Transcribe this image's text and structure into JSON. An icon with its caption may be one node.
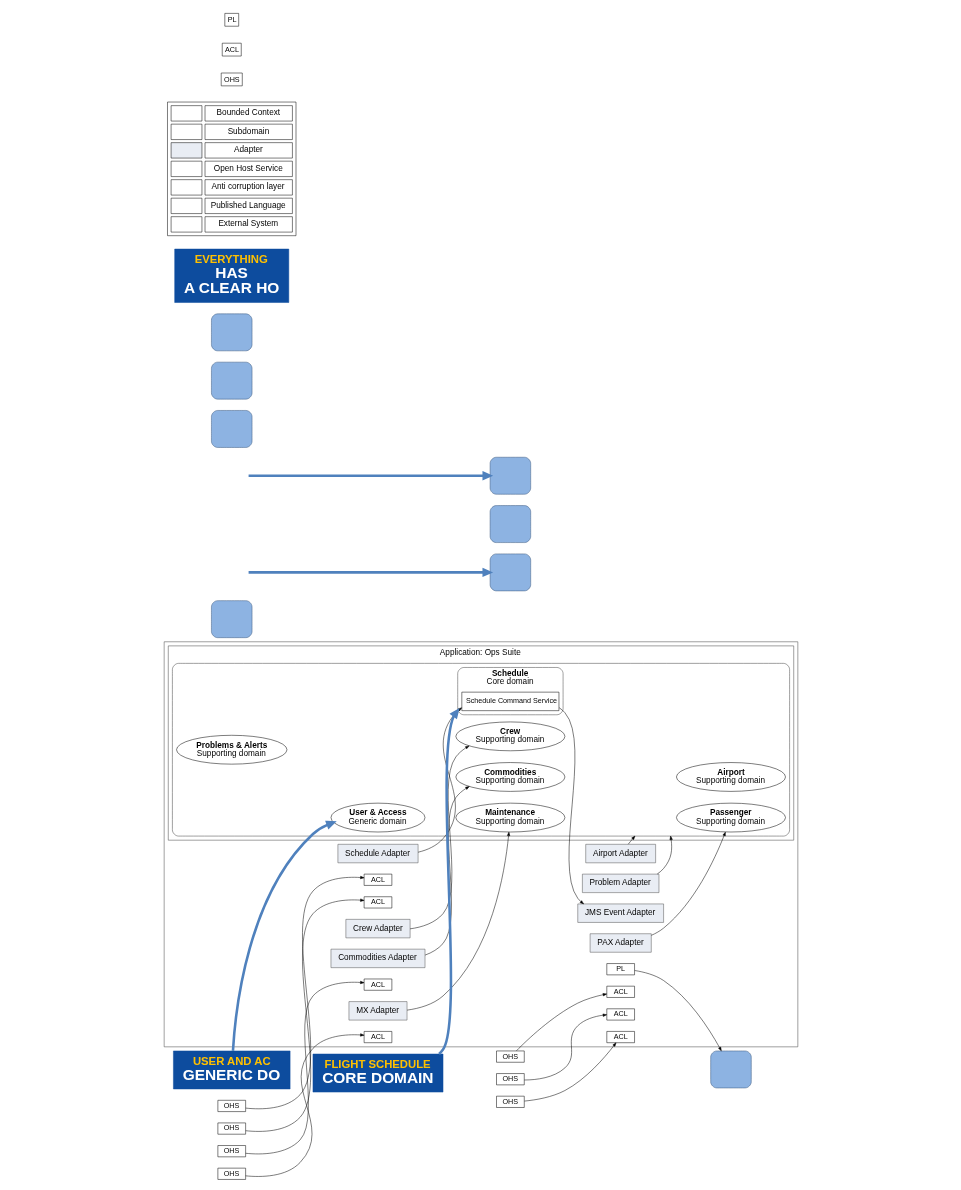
{
  "diagram": {
    "nodes": [
      {
        "text": [],
        "shape": "hexagon"
      },
      {
        "text": [
          "Application: Ops Suite"
        ],
        "in": 0
      },
      {
        "text": [],
        "shape": "cloud",
        "in": 1
      },
      {
        "text": [
          "Airport",
          "Supporting domain"
        ],
        "in": 2
      },
      {
        "text": [
          "Schedule",
          "Core domain"
        ],
        "in": 2
      },
      {
        "text": [
          "Schedule Command Service"
        ],
        "in": 4
      },
      {
        "text": [
          "User & Access",
          "Generic domain"
        ],
        "in": 2
      },
      {
        "text": [
          "Problems & Alerts",
          "Supporting domain"
        ],
        "in": 2
      },
      {
        "text": [
          "Passenger",
          "Supporting domain"
        ],
        "in": 2
      },
      {
        "text": [
          "Crew",
          "Supporting domain"
        ],
        "in": 2
      },
      {
        "text": [
          "Commodities",
          "Supporting domain"
        ],
        "in": 2
      },
      {
        "text": [
          "Maintenance",
          "Supporting domain"
        ],
        "in": 2
      },
      {
        "text": [
          "Schedule Adapter"
        ],
        "in": 0
      },
      {
        "text": [
          "ACL"
        ],
        "in": 0
      },
      {
        "text": [
          "Airport Adapter"
        ],
        "in": 0
      },
      {
        "text": [
          "ACL"
        ],
        "in": 0
      },
      {
        "text": [
          "Problem Adapter"
        ],
        "in": 0
      },
      {
        "text": [
          "ACL"
        ],
        "in": 0
      },
      {
        "text": [
          "JMS Event Adapter"
        ],
        "in": 0
      },
      {
        "text": [
          "PL"
        ],
        "in": 0
      },
      {
        "text": [
          "PAX Adapter"
        ],
        "in": 0
      },
      {
        "text": [
          "ACL"
        ],
        "in": 0
      },
      {
        "text": [
          "Crew Adapter"
        ],
        "in": 0
      },
      {
        "text": [
          "ACL"
        ],
        "in": 0
      },
      {
        "text": [
          "Commodities Adapter"
        ],
        "in": 0
      },
      {
        "text": [
          "ACL"
        ],
        "in": 0
      },
      {
        "text": [
          "MX Adapter"
        ],
        "in": 0
      },
      {
        "text": [
          "ACL"
        ],
        "in": 0
      },
      {
        "text": [],
        "shape": "box"
      },
      {
        "text": [
          "OHS"
        ]
      },
      {
        "text": [],
        "shape": "box"
      },
      {
        "text": [
          "OHS"
        ]
      },
      {
        "text": [],
        "shape": "box"
      },
      {
        "text": [
          "OHS"
        ]
      },
      {
        "text": [],
        "shape": "box"
      },
      {
        "text": [],
        "shape": "box"
      },
      {
        "text": [
          "OHS"
        ]
      },
      {
        "text": [],
        "shape": "box"
      },
      {
        "text": [
          "OHS"
        ]
      },
      {
        "text": [],
        "shape": "box"
      },
      {
        "text": [
          "OHS"
        ]
      },
      {
        "text": [],
        "shape": "box"
      },
      {
        "text": [
          "OHS"
        ]
      },
      {
        "text": [
          "FLIGHT SCHEDULE",
          "CORE DOMAIN"
        ]
      },
      {
        "text": [
          "USER AND AC",
          "GENERIC DO"
        ]
      },
      {
        "text": [
          "EVERYTHING",
          "HAS",
          "A CLEAR HO"
        ]
      }
    ],
    "edges": [
      {
        "from": 29,
        "to": 13,
        "arrow": "to"
      },
      {
        "from": 12,
        "to": 5,
        "arrow": "to"
      },
      {
        "from": 5,
        "to": 18,
        "arrow": "to"
      },
      {
        "from": 19,
        "to": 34,
        "arrow": "to"
      },
      {
        "from": 31,
        "to": 15,
        "arrow": "to"
      },
      {
        "from": 14,
        "to": 2,
        "arrow": "to"
      },
      {
        "from": 33,
        "to": 17,
        "arrow": "to"
      },
      {
        "from": 16,
        "to": 2,
        "arrow": "to"
      },
      {
        "from": 36,
        "to": 21,
        "arrow": "to"
      },
      {
        "from": 20,
        "to": 8,
        "arrow": "to"
      },
      {
        "from": 38,
        "to": 23,
        "arrow": "to"
      },
      {
        "from": 22,
        "to": 9,
        "arrow": "to"
      },
      {
        "from": 40,
        "to": 25,
        "arrow": "to"
      },
      {
        "from": 24,
        "to": 10,
        "arrow": "to"
      },
      {
        "from": 42,
        "to": 27,
        "arrow": "to"
      },
      {
        "from": 26,
        "to": 11,
        "arrow": "to"
      },
      {
        "from": 43,
        "to": 4,
        "arrow": "to",
        "style": "thick",
        "color": "#4f81bd"
      },
      {
        "from": 44,
        "to": 6,
        "arrow": "to",
        "style": "thick",
        "color": "#4f81bd"
      },
      {
        "from": null,
        "to": 30,
        "arrow": "to",
        "style": "thick",
        "color": "#4f81bd"
      },
      {
        "from": null,
        "to": 35,
        "arrow": "to",
        "style": "thick",
        "color": "#4f81bd"
      }
    ],
    "labels": [
      "OHS",
      "ACL",
      "PL"
    ],
    "legend": [
      {
        "text": "Bounded Context"
      },
      {
        "text": "Subdomain"
      },
      {
        "text": "Adapter",
        "color": "#e9edf4"
      },
      {
        "text": "Open Host Service"
      },
      {
        "text": "Anti corruption layer"
      },
      {
        "text": "Published Language"
      },
      {
        "text": "External System"
      }
    ]
  }
}
